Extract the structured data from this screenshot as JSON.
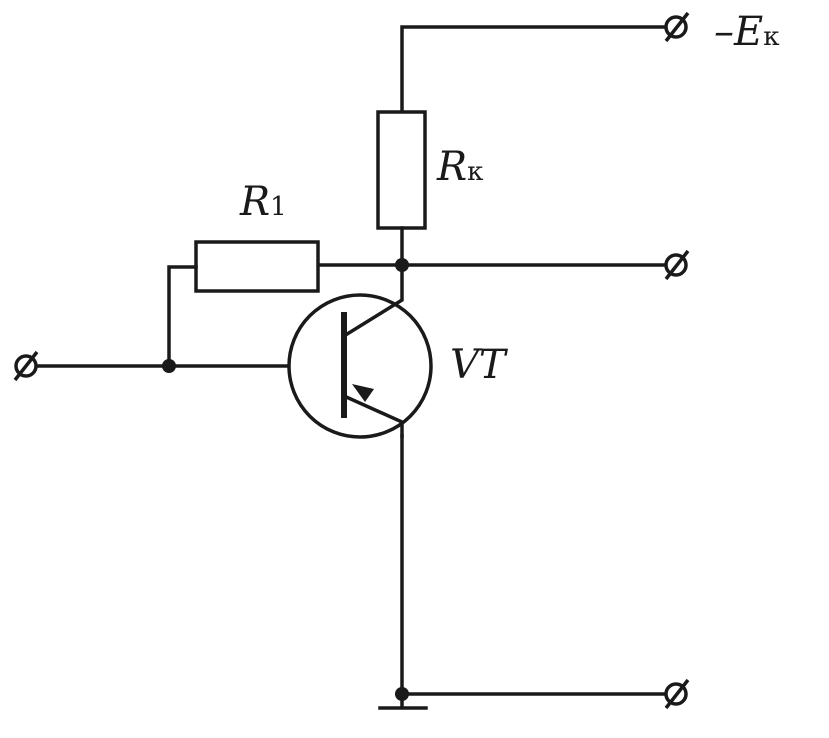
{
  "diagram": {
    "colors": {
      "ink": "#1a1a1a",
      "paper": "#ffffff"
    },
    "labels": {
      "supply_sign": "–",
      "supply_main": "E",
      "supply_sub": "к",
      "collector_resistor_main": "R",
      "collector_resistor_sub": "к",
      "bias_resistor_main": "R",
      "bias_resistor_sub": "1",
      "transistor": "VT"
    },
    "components": [
      {
        "id": "Rk",
        "kind": "resistor"
      },
      {
        "id": "R1",
        "kind": "resistor"
      },
      {
        "id": "VT",
        "kind": "pnp-transistor"
      }
    ],
    "terminals": [
      {
        "id": "supply-terminal",
        "label_ref": "supply"
      },
      {
        "id": "output-terminal"
      },
      {
        "id": "input-terminal"
      },
      {
        "id": "ground-terminal"
      }
    ]
  }
}
